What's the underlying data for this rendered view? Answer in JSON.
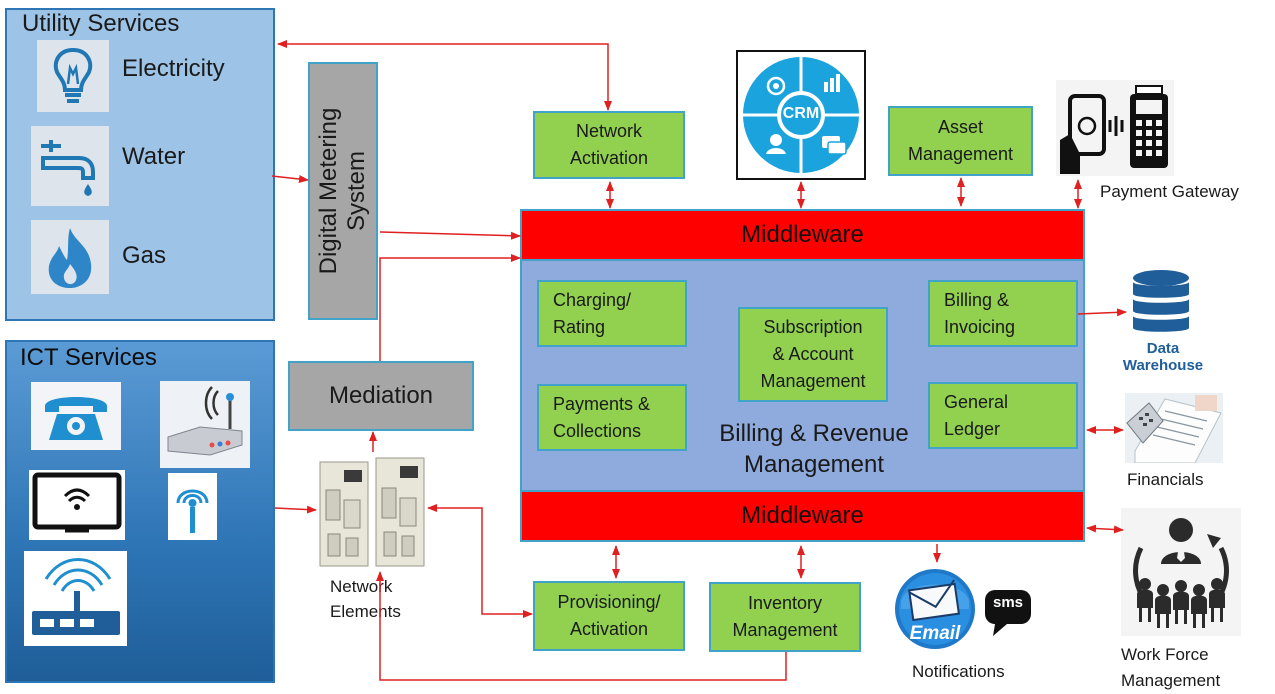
{
  "utility": {
    "title": "Utility Services",
    "items": [
      {
        "label": "Electricity",
        "icon": "light-bulb-icon"
      },
      {
        "label": "Water",
        "icon": "water-tap-icon"
      },
      {
        "label": "Gas",
        "icon": "gas-flame-icon"
      }
    ]
  },
  "ict": {
    "title": "ICT Services",
    "icons": [
      "telephone-icon",
      "wireless-router-icon",
      "wifi-tv-icon",
      "antenna-icon",
      "modem-icon"
    ]
  },
  "digital_metering": "Digital Metering System",
  "mediation": "Mediation",
  "network_elements": "Network\nElements",
  "network_activation": "Network\nActivation",
  "crm": "CRM",
  "asset_management": "Asset\nManagement",
  "payment_gateway": "Payment Gateway",
  "middleware_top": "Middleware",
  "middleware_bottom": "Middleware",
  "brm": {
    "charging": "Charging/\nRating",
    "subscription": "Subscription\n& Account\nManagement",
    "billing": "Billing &\nInvoicing",
    "payments": "Payments &\nCollections",
    "general_ledger": "General\nLedger",
    "title": "Billing & Revenue\nManagement"
  },
  "data_warehouse": "Data\nWarehouse",
  "financials": "Financials",
  "work_force": "Work Force\nManagement",
  "provisioning": "Provisioning/\nActivation",
  "inventory": "Inventory\nManagement",
  "notifications": "Notifications",
  "email": "Email",
  "sms": "sms",
  "colors": {
    "utility_bg": "#9dc3e6",
    "ict_bg": "#2e75b6",
    "middleware": "#ff0000",
    "brm_bg": "#8faadc",
    "box_green": "#92d050",
    "box_grey": "#a6a6a6",
    "arrow": "#e02020"
  }
}
